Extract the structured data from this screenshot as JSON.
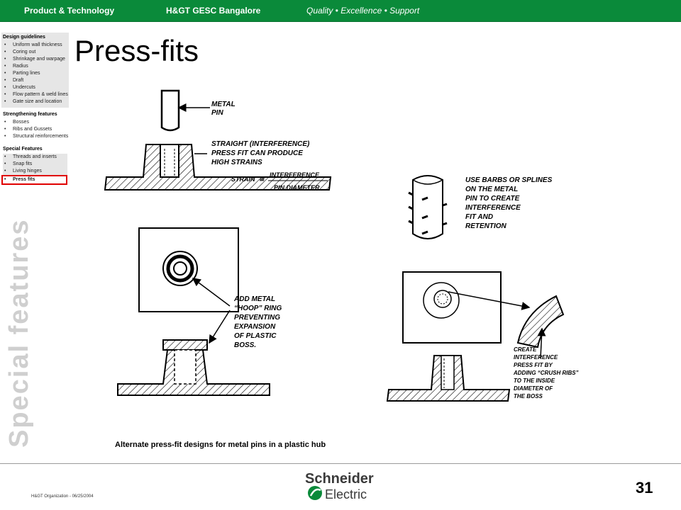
{
  "header": {
    "left": "Product & Technology",
    "center": "H&GT GESC Bangalore",
    "right": "Quality • Excellence • Support"
  },
  "nav": {
    "sections": [
      {
        "title": "Design guidelines",
        "items": [
          "Uniform wall thickness",
          "Coring out",
          "Shrinkage and warpage",
          "Radius",
          "Parting lines",
          "Draft",
          "Undercuts",
          "Flow pattern & weld lines",
          "Gate size and location"
        ]
      },
      {
        "title": "Strengthening features",
        "items": [
          "Bosses",
          "Ribs and Gussets",
          "Structural reinforcements"
        ]
      },
      {
        "title": "Special Features",
        "items": [
          "Threads and inserts",
          "Snap fits",
          "Living hinges",
          "Press fits"
        ],
        "active": "Press fits"
      }
    ]
  },
  "title": "Press-fits",
  "vertical_label": "Special features",
  "figure": {
    "label_metal_pin": [
      "METAL",
      "PIN"
    ],
    "label_straight": [
      "STRAIGHT (INTERFERENCE)",
      "PRESS FIT CAN PRODUCE",
      "HIGH STRAINS"
    ],
    "strain_word": "STRAIN",
    "approx": "≅",
    "strain_num": "INTERFERENCE",
    "strain_den": "PIN DIAMETER",
    "label_barbs": [
      "USE BARBS OR SPLINES",
      "ON THE METAL",
      "PIN TO CREATE",
      "INTERFERENCE",
      "FIT AND",
      "RETENTION"
    ],
    "label_hoop": [
      "ADD METAL",
      "“HOOP” RING",
      "PREVENTING",
      "EXPANSION",
      "OF PLASTIC",
      "BOSS."
    ],
    "label_crush": [
      "CREATE",
      "INTERFERENCE",
      "PRESS FIT BY",
      "ADDING “CRUSH RIBS”",
      "TO THE INSIDE",
      "DIAMETER OF",
      "THE BOSS"
    ]
  },
  "caption": "Alternate press-fit designs for metal pins in a plastic hub",
  "footer": {
    "left": "H&GT Organization - 06/25/2004",
    "logo_line1": "Schneider",
    "logo_line2": "Electric",
    "page": "31"
  },
  "colors": {
    "brand_green": "#0a8a3a",
    "active_border": "#e00000"
  }
}
